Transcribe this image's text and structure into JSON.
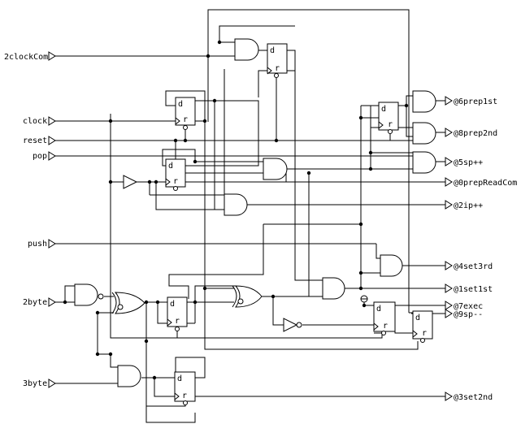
{
  "inputs": {
    "clock2com": "2clockCom",
    "clock": "clock",
    "reset": "reset",
    "pop": "pop",
    "push": "push",
    "byte2": "2byte",
    "byte3": "3byte"
  },
  "outputs": {
    "prep1st": "@6prep1st",
    "prep2nd": "@8prep2nd",
    "sp_inc": "@5sp++",
    "prep_read_com": "@0prepReadCom",
    "ip_inc": "@2ip++",
    "set3rd": "@4set3rd",
    "set1st": "@1set1st",
    "exec": "@7exec",
    "sp_dec": "@9sp--",
    "set2nd": "@3set2nd"
  },
  "flipflop": {
    "d": "d",
    "r": "r"
  }
}
